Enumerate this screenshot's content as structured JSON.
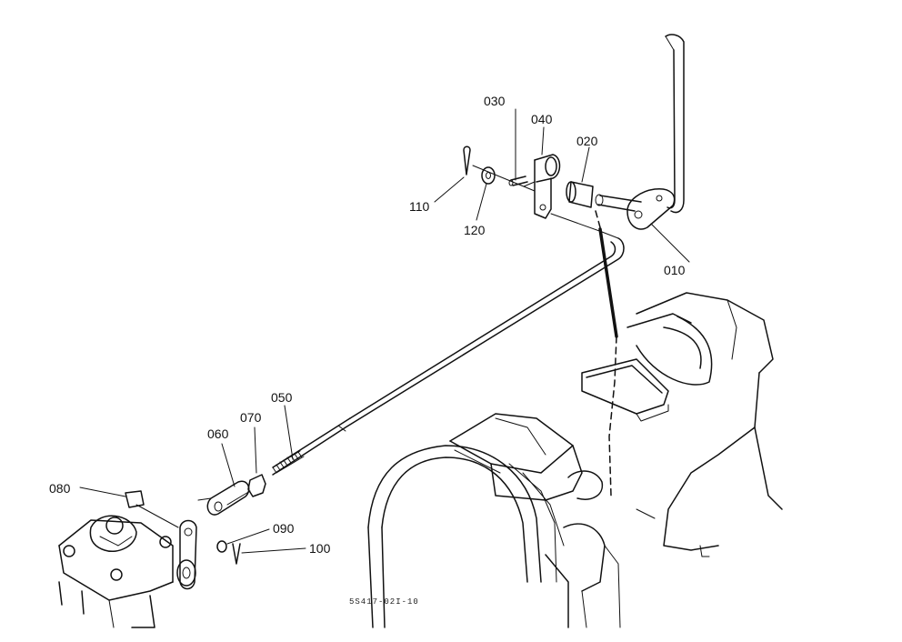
{
  "diagram": {
    "labels": {
      "p010": "010",
      "p020": "020",
      "p030": "030",
      "p040": "040",
      "p050": "050",
      "p060": "060",
      "p070": "070",
      "p080": "080",
      "p090": "090",
      "p100": "100",
      "p110": "110",
      "p120": "120"
    },
    "drawing_code": "5S417-02I-10"
  }
}
